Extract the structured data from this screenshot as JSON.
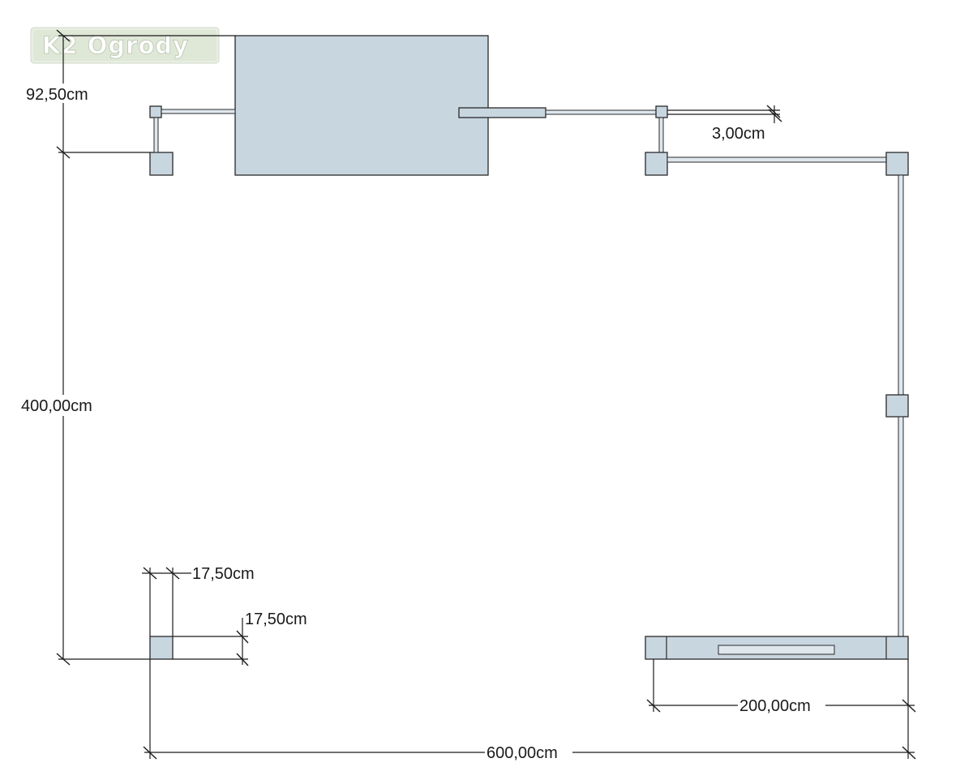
{
  "logo": {
    "text": "K2 Ogrody"
  },
  "dimensions": {
    "top_offset": "92,50cm",
    "height": "400,00cm",
    "gap": "3,00cm",
    "post_width": "17,50cm",
    "post_depth": "17,50cm",
    "gate_width": "200,00cm",
    "total_width": "600,00cm"
  },
  "colors": {
    "element_fill": "#c8d6e0",
    "outline": "#2a2a2a"
  }
}
